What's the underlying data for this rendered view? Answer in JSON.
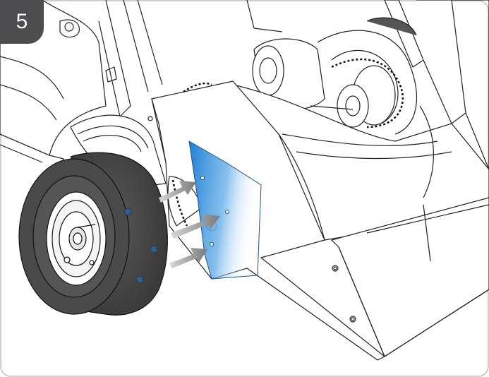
{
  "step": {
    "number": "5"
  },
  "illustration": {
    "subject": "wheel-and-side-panel-assembly",
    "highlight_color": "#3a8fd6",
    "arrow_color": "#8a8a8a",
    "tire_color": "#4a4a4a",
    "frame_border_color": "#bdbdbd",
    "badge_color": "#4d4d4f",
    "arrow_count": 3
  }
}
